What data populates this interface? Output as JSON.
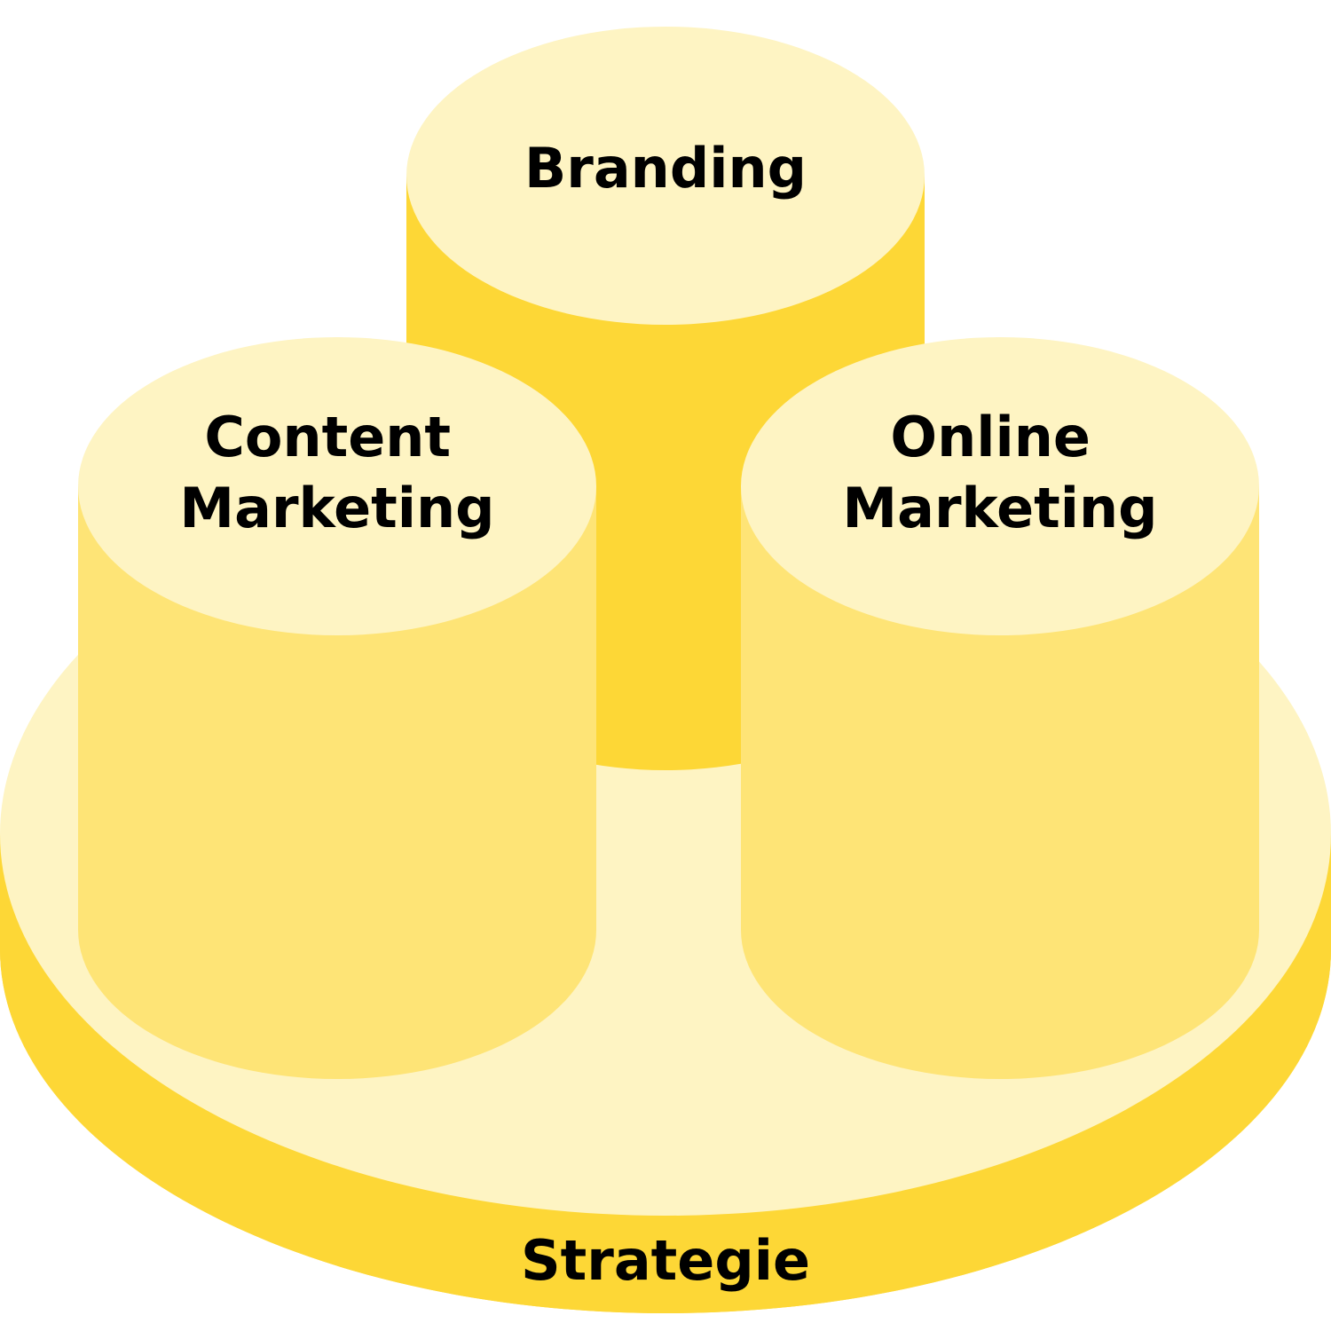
{
  "diagram": {
    "base": {
      "label": "Strategie"
    },
    "pillars": [
      {
        "id": "branding",
        "lines": [
          "Branding"
        ]
      },
      {
        "id": "content-marketing",
        "lines": [
          "Content",
          "Marketing"
        ]
      },
      {
        "id": "online-marketing",
        "lines": [
          "Online",
          "Marketing"
        ]
      }
    ]
  },
  "colors": {
    "top_face": "#FEF4C3",
    "dark_side": "#FDD736",
    "mid_side": "#FEE476",
    "text": "#000000",
    "background": "#FFFFFF"
  }
}
